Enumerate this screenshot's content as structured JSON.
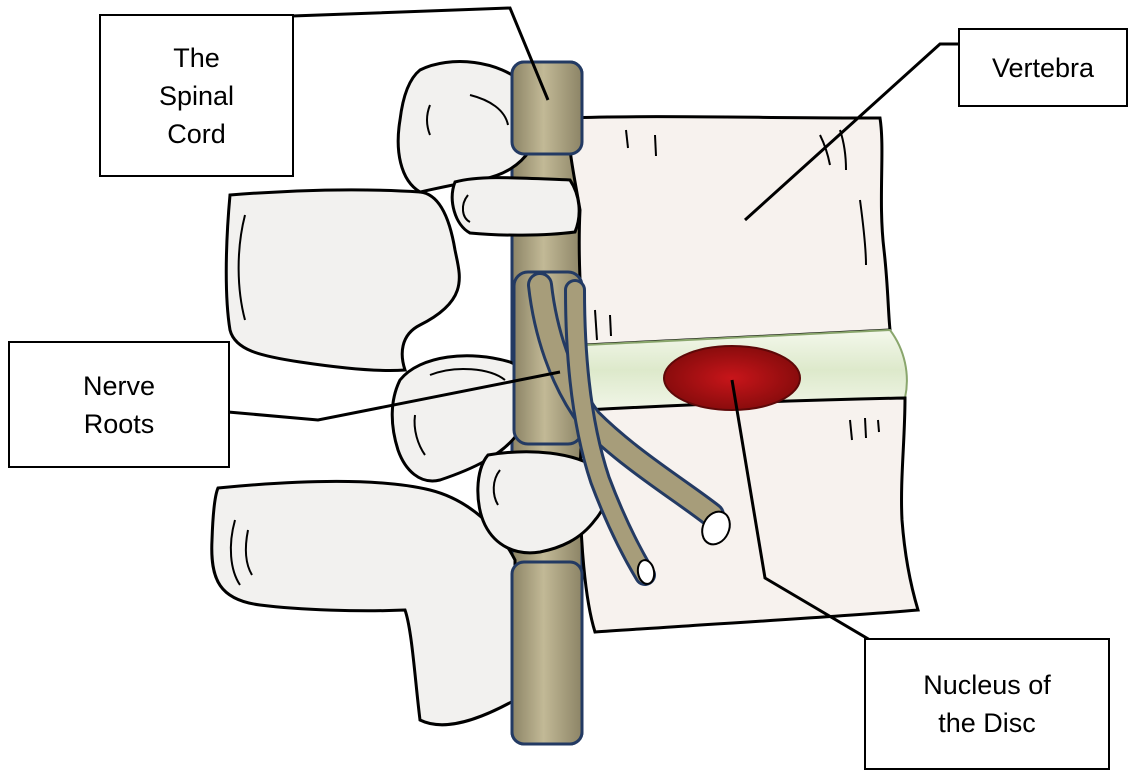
{
  "diagram": {
    "labels": {
      "spinal_cord": "The\nSpinal\nCord",
      "vertebra": "Vertebra",
      "nerve_roots": "Nerve\nRoots",
      "nucleus": "Nucleus of\nthe Disc"
    },
    "colors": {
      "bone_fill": "#f2f1ef",
      "vertebral_body_fill": "#f7f2ee",
      "outline": "#000000",
      "spinal_cord_fill": "#a79d7a",
      "spinal_cord_outline": "#233a63",
      "disc_fill": "#e3edd2",
      "nucleus_fill": "#a80e0e"
    }
  }
}
